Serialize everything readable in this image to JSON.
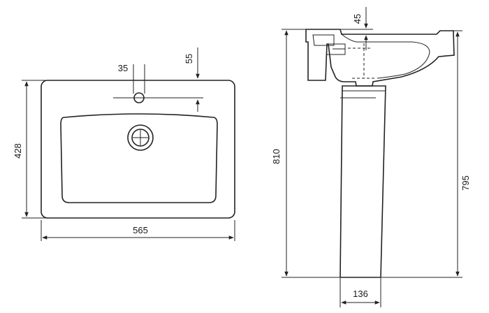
{
  "top_view": {
    "dimensions": {
      "width": "565",
      "depth": "428",
      "tap_hole_offset_x": "35",
      "tap_hole_offset_y": "55"
    }
  },
  "side_view": {
    "dimensions": {
      "total_height": "810",
      "pedestal_height": "795",
      "rim_height": "45",
      "pedestal_base_width": "136"
    }
  }
}
